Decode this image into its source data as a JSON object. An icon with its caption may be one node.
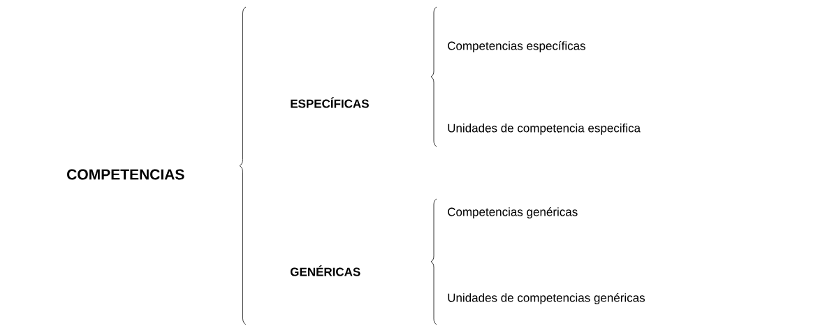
{
  "diagram": {
    "labels": [
      "COMPETENCIAS",
      "ESPECÍFICAS",
      "Competencias específicas",
      "Unidades de competencia especifica",
      "GENÉRICAS",
      "Competencias genéricas",
      "Unidades de competencias genéricas"
    ]
  }
}
